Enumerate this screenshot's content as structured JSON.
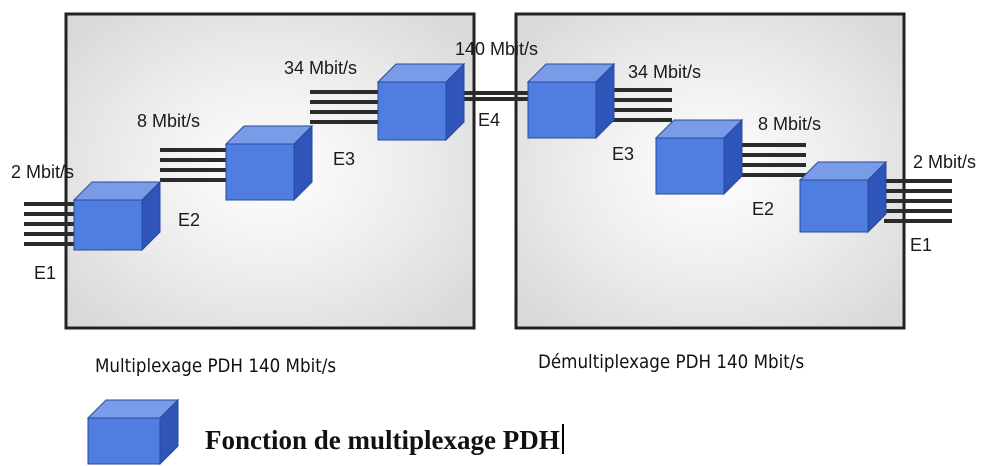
{
  "labels": {
    "mux_e1_rate": "2 Mbit/s",
    "mux_e2_rate": "8 Mbit/s",
    "mux_e3_rate": "34 Mbit/s",
    "link_rate": "140 Mbit/s",
    "mux_e1": "E1",
    "mux_e2": "E2",
    "mux_e3": "E3",
    "link_e4": "E4",
    "demux_e3_rate": "34 Mbit/s",
    "demux_e2_rate": "8 Mbit/s",
    "demux_e1_rate": "2 Mbit/s",
    "demux_e3": "E3",
    "demux_e2": "E2",
    "demux_e1": "E1"
  },
  "captions": {
    "left": "Multiplexage PDH 140 Mbit/s",
    "right": "Démultiplexage PDH 140 Mbit/s"
  },
  "legend": {
    "label": "Fonction de multiplexage PDH"
  },
  "colors": {
    "cube_front": "#4f7de0",
    "cube_top": "#7a9be8",
    "cube_side": "#2f55b8",
    "line": "#2b2b2b"
  }
}
